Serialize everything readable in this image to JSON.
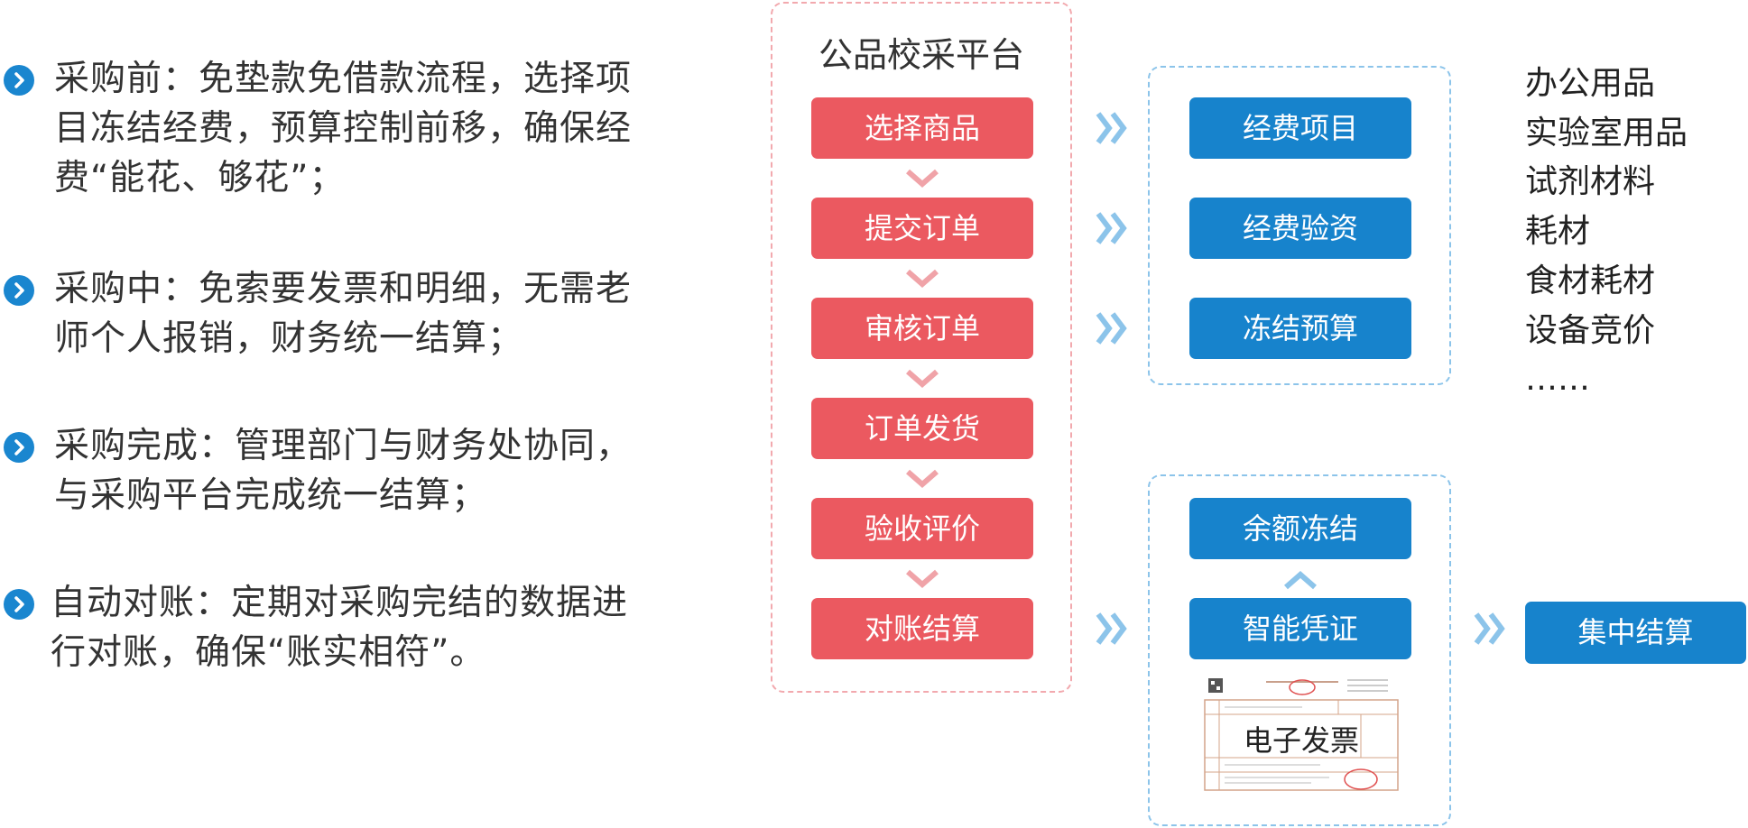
{
  "bullets": [
    {
      "lines": [
        "采购前：免垫款免借款流程，选择项",
        "目冻结经费，预算控制前移，确保经",
        "费“能花、够花”；"
      ]
    },
    {
      "lines": [
        "采购中：免索要发票和明细，无需老",
        "师个人报销，财务统一结算；"
      ]
    },
    {
      "lines": [
        "采购完成：管理部门与财务处协同，",
        "与采购平台完成统一结算；"
      ]
    },
    {
      "lines": [
        "自动对账：定期对采购完结的数据进",
        "行对账，确保“账实相符”。"
      ]
    }
  ],
  "platform": {
    "title": "公品校采平台",
    "steps": [
      "选择商品",
      "提交订单",
      "审核订单",
      "订单发货",
      "验收评价",
      "对账结算"
    ]
  },
  "funding": {
    "items": [
      "经费项目",
      "经费验资",
      "冻结预算"
    ]
  },
  "voucher": {
    "top": "余额冻结",
    "main": "智能凭证",
    "invoice_label": "电子发票"
  },
  "categories": [
    "办公用品",
    "实验室用品",
    "试剂材料",
    "耗材",
    "食材耗材",
    "设备竞价",
    "……"
  ],
  "final": "集中结算",
  "colors": {
    "step_red": "#eb5960",
    "button_blue": "#1783cc",
    "chevron_blue": "#8cc4ea",
    "chevron_pink": "#f0a3a8"
  }
}
